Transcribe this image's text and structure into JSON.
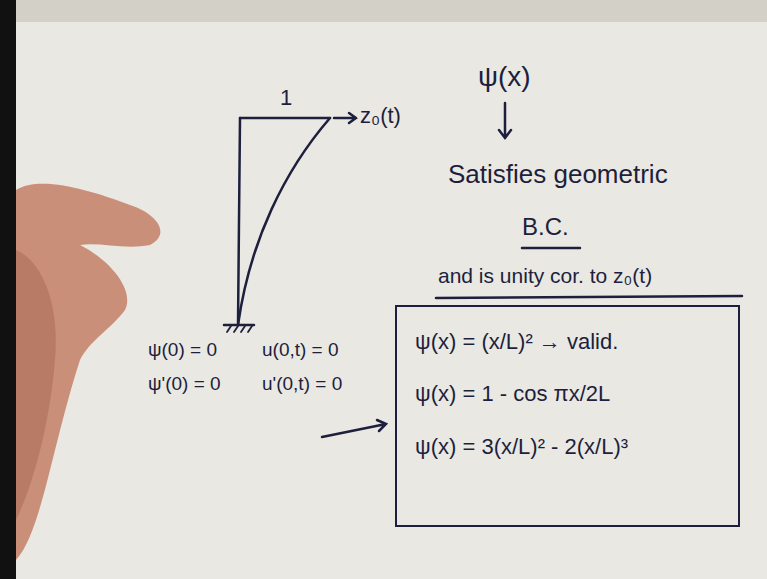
{
  "diagram": {
    "nodes": [
      {
        "text": [
          "ψ(x) = (x/L)² → valid.",
          "ψ(x) = 1 - cos πx/2L",
          "ψ(x) = 3(x/L)² - 2(x/L)³"
        ]
      }
    ],
    "labels": [
      "1",
      "z₀(t)",
      "ψ(x)",
      "Satisfies geometric",
      "B.C.",
      "and is unity cor. to z₀(t)",
      "ψ(0) = 0",
      "u(0,t) = 0",
      "ψ'(0) = 0",
      "u'(0,t) = 0"
    ]
  }
}
